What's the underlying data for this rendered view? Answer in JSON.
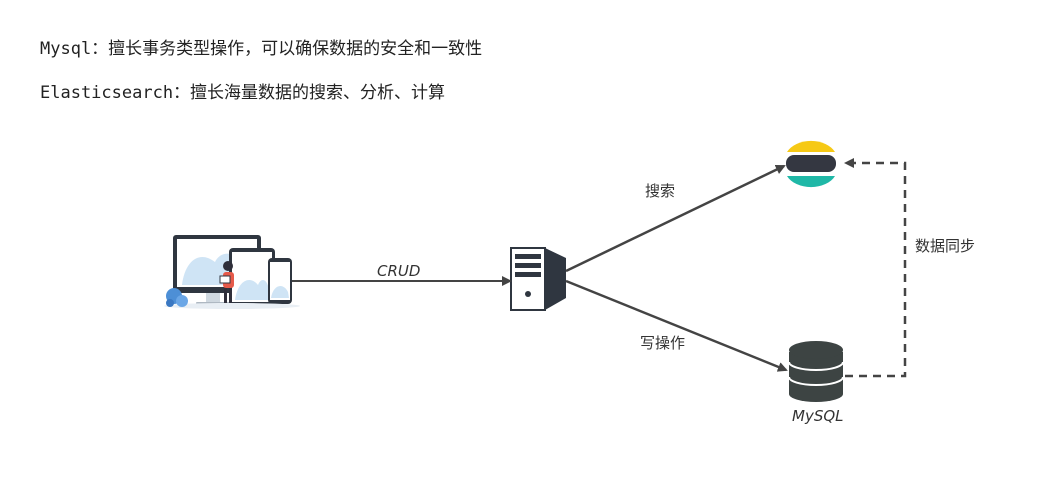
{
  "notes": {
    "mysql_line": "Mysql：擅长事务类型操作，可以确保数据的安全和一致性",
    "es_line": "Elasticsearch：擅长海量数据的搜索、分析、计算"
  },
  "diagram": {
    "edge_crud": "CRUD",
    "edge_search": "搜索",
    "edge_write": "写操作",
    "edge_sync": "数据同步",
    "mysql_label": "MySQL"
  },
  "colors": {
    "arrow": "#444444",
    "es_yellow": "#f6c915",
    "es_dark": "#343741",
    "es_teal": "#1fb8a7",
    "db_gray": "#3d4443",
    "client_blue": "#4d8fd6",
    "client_light": "#cfe4f5",
    "person_red": "#e65a4a"
  }
}
